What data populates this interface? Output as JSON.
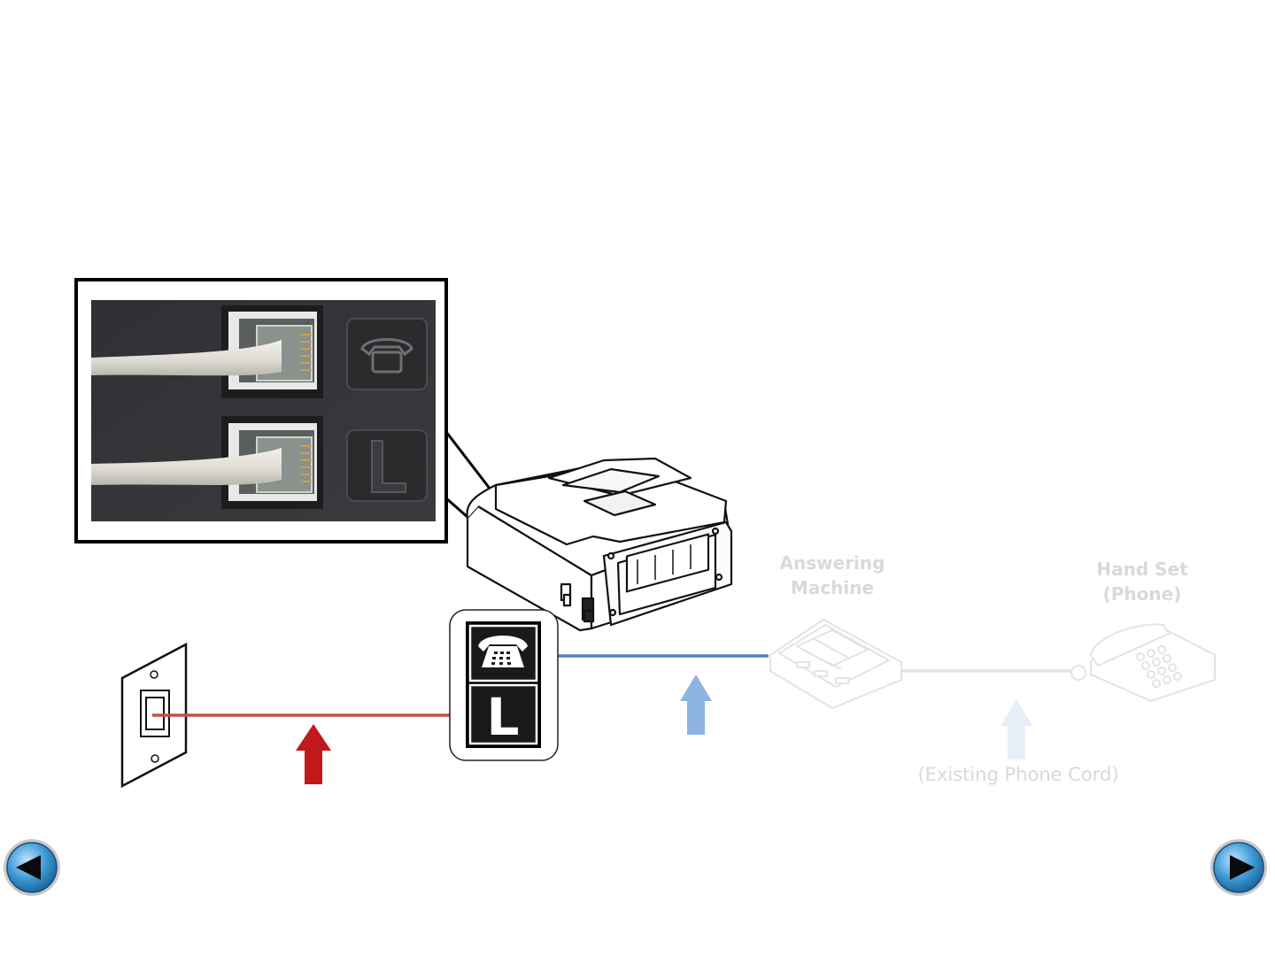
{
  "labels": {
    "answering_machine_line1": "Answering",
    "answering_machine_line2": "Machine",
    "handset_line1": "Hand Set",
    "handset_line2": "(Phone)",
    "existing_cord": "(Existing Phone Cord)"
  },
  "ports": {
    "line_port_letter": "L",
    "phone_port_icon": "telephone-icon"
  },
  "colors": {
    "wall_cord": "#c0504d",
    "wall_arrow": "#c0181b",
    "phone_cord": "#4f81bd",
    "phone_arrow": "#8db3e2",
    "faded_cord": "#dbe5f1",
    "faded_arrow": "#e6eef8",
    "faded_device": "#e8e8e8",
    "nav_button": "#2b7fb8"
  },
  "navigation": {
    "prev_icon": "triangle-left-icon",
    "next_icon": "triangle-right-icon"
  }
}
